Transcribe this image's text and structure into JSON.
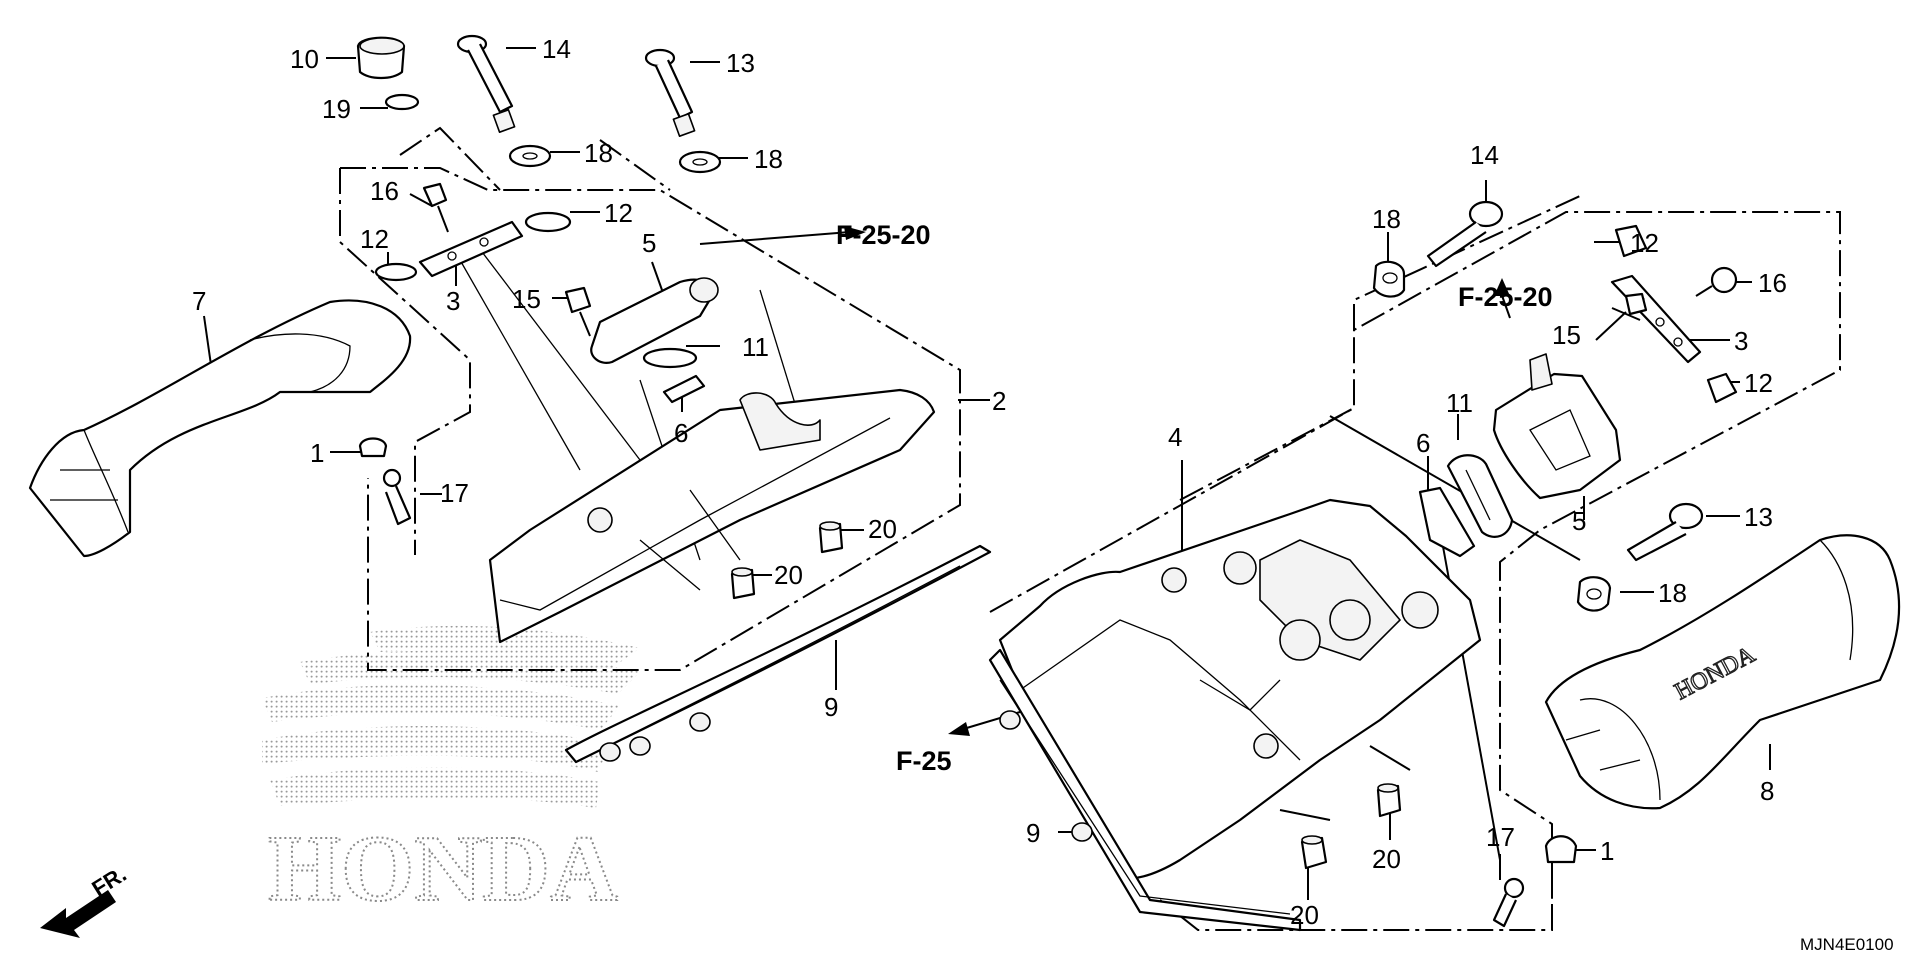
{
  "diagram": {
    "code": "MJN4E0100",
    "direction_label": "FR.",
    "watermark": "HONDA",
    "cover_brand": "HONDA",
    "refs": {
      "f2520_left": "F-25-20",
      "f2520_right": "F-25-20",
      "f25": "F-25"
    },
    "callouts": {
      "l10": "10",
      "l19": "19",
      "l14": "14",
      "l13": "13",
      "l18a": "18",
      "l18b": "18",
      "l16": "16",
      "l12a": "12",
      "l12b": "12",
      "l3": "3",
      "l15": "15",
      "l5": "5",
      "l11": "11",
      "l6": "6",
      "l2": "2",
      "l7": "7",
      "l1": "1",
      "l17": "17",
      "l20a": "20",
      "l20b": "20",
      "l9": "9",
      "r14": "14",
      "r18a": "18",
      "r12a": "12",
      "r16": "16",
      "r15": "15",
      "r3": "3",
      "r12b": "12",
      "r11": "11",
      "r6": "6",
      "r4": "4",
      "r5": "5",
      "r13": "13",
      "r18b": "18",
      "r8": "8",
      "r9": "9",
      "r17": "17",
      "r1": "1",
      "r20a": "20",
      "r20b": "20"
    }
  }
}
